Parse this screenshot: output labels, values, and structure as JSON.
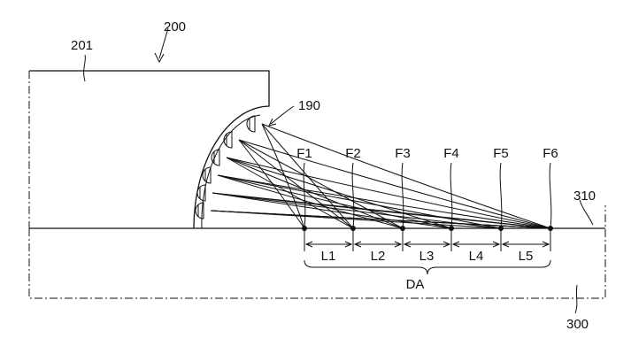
{
  "labels": {
    "device": "200",
    "body": "201",
    "optics": "190",
    "stage": "300",
    "surface": "310",
    "region": "DA"
  },
  "focal_points": [
    "F1",
    "F2",
    "F3",
    "F4",
    "F5",
    "F6"
  ],
  "segments": [
    "L1",
    "L2",
    "L3",
    "L4",
    "L5"
  ],
  "colors": {
    "ink": "#111111",
    "background": "#ffffff"
  }
}
